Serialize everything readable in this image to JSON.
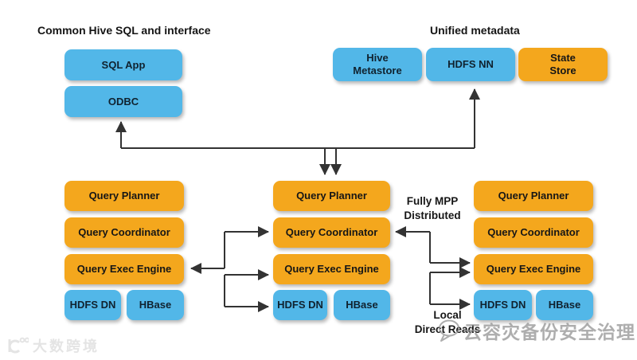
{
  "titles": {
    "left": "Common Hive SQL and interface",
    "right": "Unified metadata"
  },
  "client": {
    "sql_app": "SQL App",
    "odbc": "ODBC"
  },
  "metadata": {
    "hive_metastore": "Hive\nMetastore",
    "hdfs_nn": "HDFS NN",
    "state_store": "State\nStore"
  },
  "nodes": [
    {
      "planner": "Query Planner",
      "coordinator": "Query Coordinator",
      "exec": "Query Exec Engine",
      "hdfs": "HDFS DN",
      "hbase": "HBase"
    },
    {
      "planner": "Query Planner",
      "coordinator": "Query Coordinator",
      "exec": "Query Exec Engine",
      "hdfs": "HDFS DN",
      "hbase": "HBase"
    },
    {
      "planner": "Query Planner",
      "coordinator": "Query Coordinator",
      "exec": "Query Exec Engine",
      "hdfs": "HDFS DN",
      "hbase": "HBase"
    }
  ],
  "annotations": {
    "mpp": "Fully MPP\nDistributed",
    "local": "Local\nDirect Reads"
  },
  "watermarks": {
    "center": "云容灾备份安全治理",
    "bottom_left": "大数跨境"
  },
  "colors": {
    "blue": "#52B7E8",
    "orange": "#F4A71D",
    "arrow": "#333333"
  }
}
